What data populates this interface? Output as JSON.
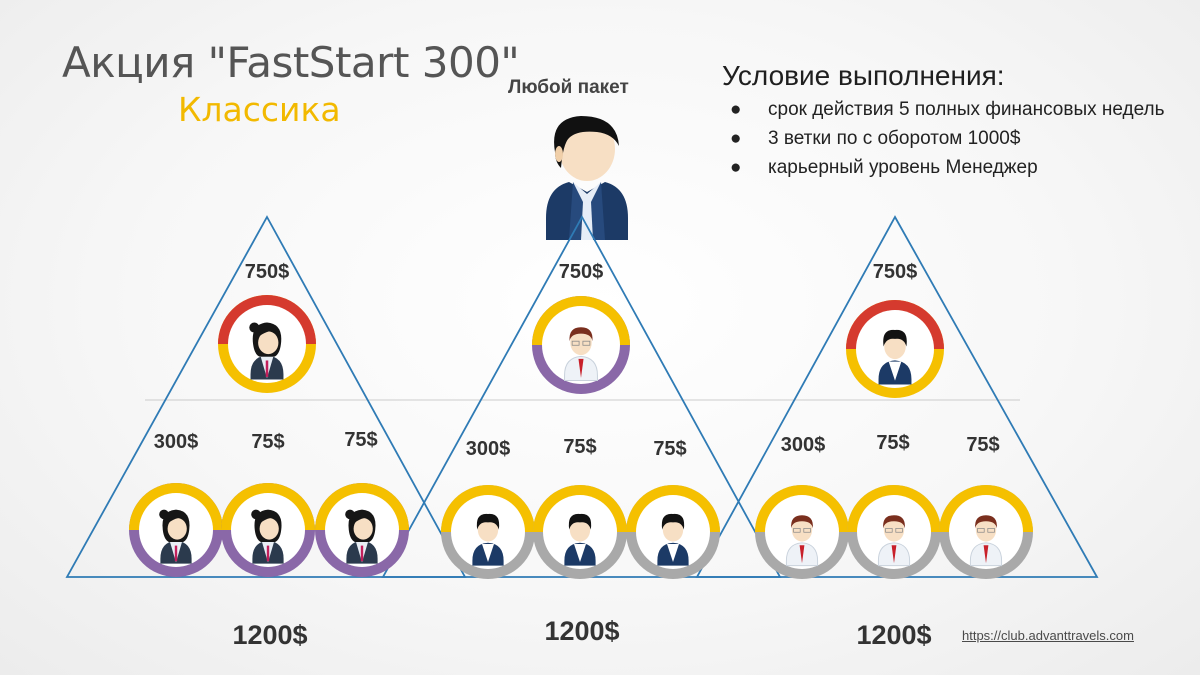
{
  "title": "Акция \"FastStart 300\"",
  "subtitle": "Классика",
  "top_label": "Любой пакет",
  "conditions": {
    "title": "Условие выполнения:",
    "bullet": "●",
    "items": [
      "срок действия 5 полных финансовых недель",
      "3 ветки по с оборотом 1000$",
      "карьерный уровень Менеджер"
    ]
  },
  "link": "https://club.advanttravels.com",
  "colors": {
    "triangle_stroke": "#2f7bb5",
    "gold": "#f5c000",
    "red": "#d53a2e",
    "purple": "#8a68a8",
    "gray": "#a9a9a9"
  },
  "branches": [
    {
      "top_amount": "750$",
      "top_ring": [
        "red",
        "gold"
      ],
      "top_person": "female-icon",
      "bottom_amounts": [
        "300$",
        "75$",
        "75$"
      ],
      "bottom_ring": [
        "gold",
        "purple"
      ],
      "bottom_person": "female-icon",
      "total": "1200$"
    },
    {
      "top_amount": "750$",
      "top_ring": [
        "gold",
        "purple"
      ],
      "top_person": "brown-hair-man-icon",
      "bottom_amounts": [
        "300$",
        "75$",
        "75$"
      ],
      "bottom_ring": [
        "gold",
        "gray"
      ],
      "bottom_person": "businessman-icon",
      "total": "1200$"
    },
    {
      "top_amount": "750$",
      "top_ring": [
        "red",
        "gold"
      ],
      "top_person": "businessman-icon",
      "bottom_amounts": [
        "300$",
        "75$",
        "75$"
      ],
      "bottom_ring": [
        "gold",
        "gray"
      ],
      "bottom_person": "brown-hair-man-icon",
      "total": "1200$"
    }
  ]
}
